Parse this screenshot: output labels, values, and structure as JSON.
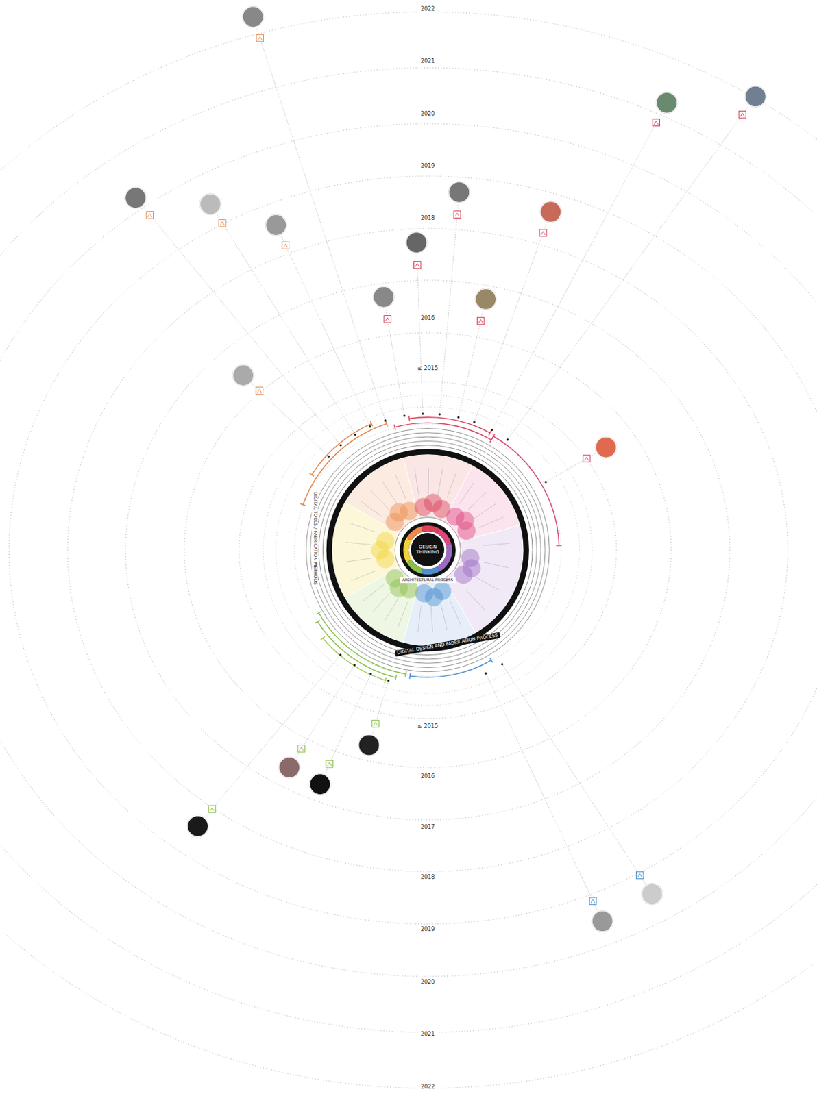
{
  "diagram": {
    "nodes": [
      {
        "text": [
          "DESIGN THINKING"
        ]
      }
    ],
    "labels": [
      "2022",
      "2021",
      "2020",
      "2019",
      "2018",
      "2016",
      "≤ 2015",
      "≤ 2015",
      "2016",
      "2017",
      "2018",
      "2019",
      "2020",
      "2021",
      "2022",
      "ARCHITECTURAL PROCESS",
      "DIGITAL DESIGN AND FABRICATION PROCESS",
      "DIGITAL TOOLS / FABRICATION METHODS"
    ]
  }
}
